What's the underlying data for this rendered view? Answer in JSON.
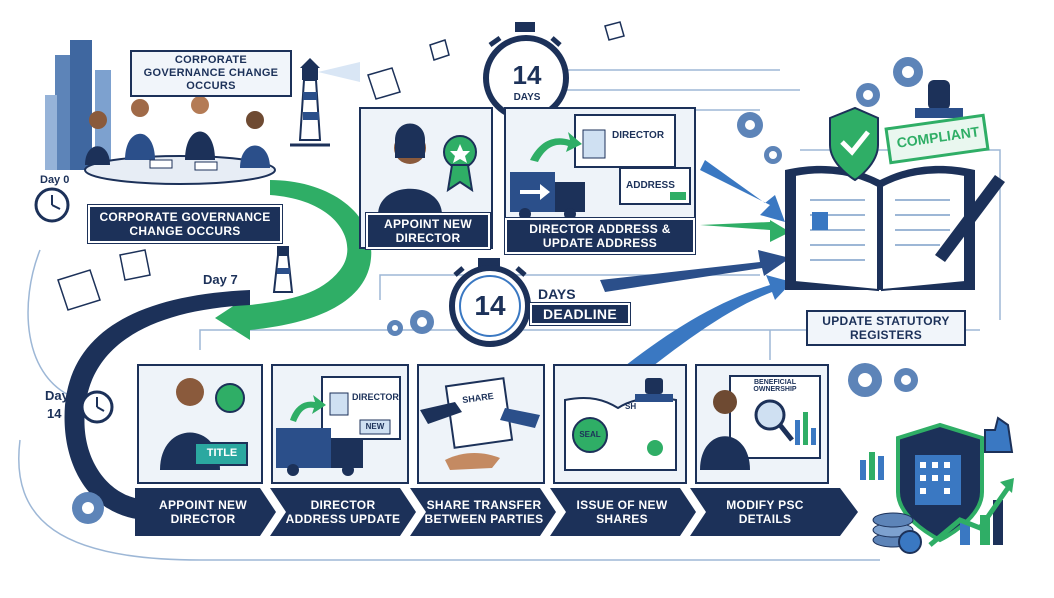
{
  "top_callout": "CORPORATE GOVERNANCE CHANGE OCCURS",
  "day_labels": {
    "day0": "Day 0",
    "day7": "Day 7",
    "day14_a": "Day",
    "day14_b": "14"
  },
  "event_label": "CORPORATE GOVERNANCE CHANGE OCCURS",
  "stopwatch_top": {
    "number": "14",
    "unit": "DAYS"
  },
  "stopwatch_mid": {
    "number": "14",
    "unit_line1": "DAYS",
    "unit_line2": "DEADLINE"
  },
  "upper_panels": [
    {
      "label": "APPOINT NEW DIRECTOR"
    },
    {
      "label": "DIRECTOR ADDRESS & UPDATE ADDRESS",
      "card_title": "DIRECTOR",
      "card_field": "ADDRESS"
    }
  ],
  "register": {
    "stamp": "COMPLIANT",
    "label": "UPDATE STATUTORY REGISTERS"
  },
  "bottom_steps": [
    {
      "label": "APPOINT NEW DIRECTOR",
      "badge": "TITLE"
    },
    {
      "label": "DIRECTOR ADDRESS UPDATE",
      "card_title": "DIRECTOR",
      "card_tag": "NEW"
    },
    {
      "label": "SHARE TRANSFER BETWEEN PARTIES",
      "doc_title": "SHARE"
    },
    {
      "label": "ISSUE OF NEW SHARES",
      "seal": "SEAL",
      "doc_title": "SH"
    },
    {
      "label": "MODIFY PSC DETAILS",
      "board_title": "BENEFICIAL OWNERSHIP"
    }
  ],
  "colors": {
    "navy": "#1c3159",
    "green": "#2fae66",
    "blue": "#3a78c2",
    "light": "#eef3f9"
  }
}
